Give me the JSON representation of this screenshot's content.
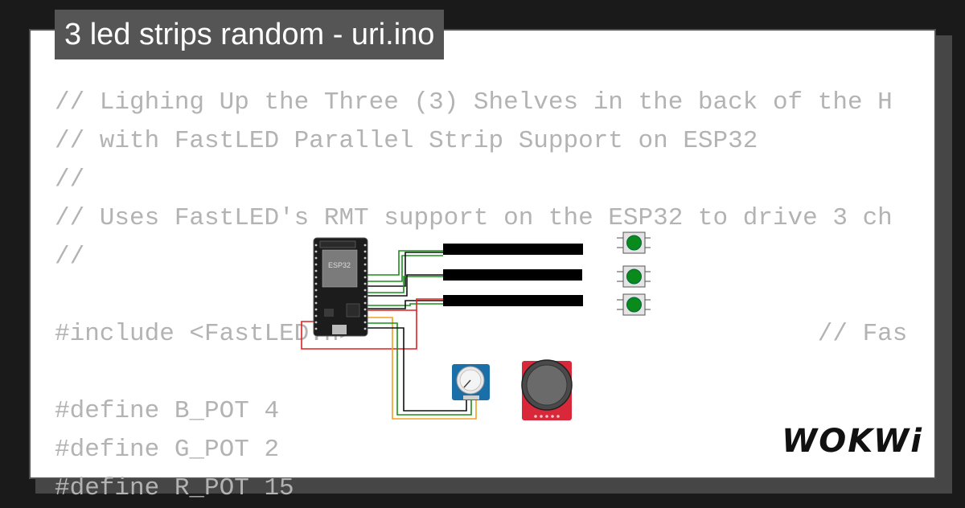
{
  "title": "3 led strips random - uri.ino",
  "code_lines": [
    "// Lighing Up the Three (3) Shelves in the back of the H",
    "// with FastLED Parallel Strip Support on ESP32",
    "//",
    "// Uses FastLED's RMT support on the ESP32 to drive 3 ch",
    "//",
    "",
    "#include <FastLED.h>                               // Fas",
    "",
    "#define B_POT 4",
    "#define G_POT 2",
    "#define R_POT 15"
  ],
  "mcu_label": "ESP32",
  "logo": "WOKWi",
  "colors": {
    "wire_green": "#1a8f1a",
    "wire_red": "#e02020",
    "wire_orange": "#f0a020",
    "wire_black": "#111111",
    "pot_board": "#1b6fa8",
    "joystick_board": "#d8283a",
    "button_cap": "#0a8a1a"
  }
}
